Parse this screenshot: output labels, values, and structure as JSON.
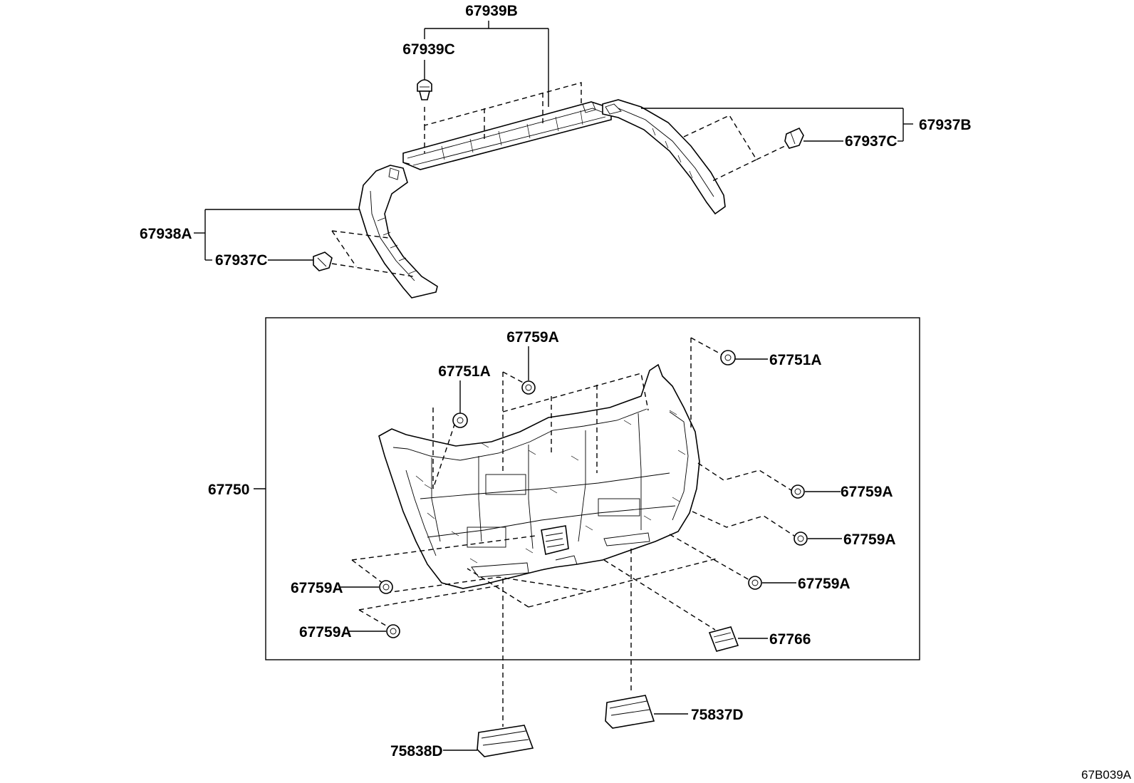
{
  "labels": {
    "p67939B": "67939B",
    "p67939C": "67939C",
    "p67937B": "67937B",
    "p67937C_right": "67937C",
    "p67938A": "67938A",
    "p67937C_left": "67937C",
    "p67759A_top": "67759A",
    "p67751A_left": "67751A",
    "p67751A_right": "67751A",
    "p67750": "67750",
    "p67759A_r1": "67759A",
    "p67759A_r2": "67759A",
    "p67759A_r3": "67759A",
    "p67759A_l1": "67759A",
    "p67759A_l2": "67759A",
    "p67766": "67766",
    "p75837D": "75837D",
    "p75838D": "75838D"
  },
  "diagram_code": "67B039A"
}
